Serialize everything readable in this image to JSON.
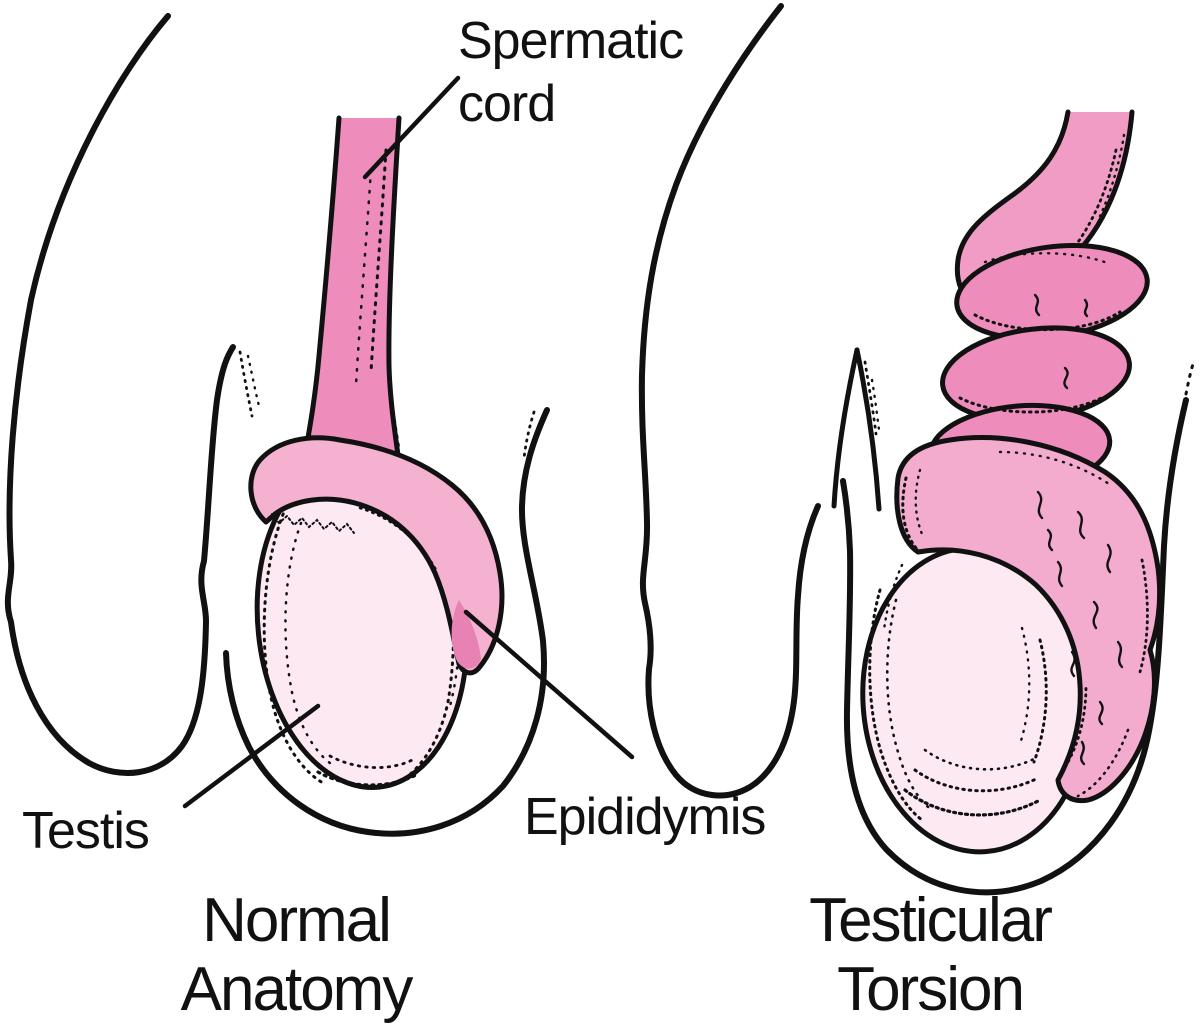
{
  "illustration": {
    "background": "#ffffff",
    "panels": [
      {
        "id": "left",
        "title": "Normal\nAnatomy"
      },
      {
        "id": "right",
        "title": "Testicular\nTorsion"
      }
    ],
    "labels": {
      "spermatic_cord": "Spermatic\ncord",
      "testis": "Testis",
      "epididymis": "Epididymis"
    },
    "colors": {
      "ink": "#111111",
      "cord_pink": "#ee8cbc",
      "cord_light": "#f19cc5",
      "epididymis_pink": "#f5b1d0",
      "epididymis_swollen_pink": "#f3abce",
      "testis_pink": "#fce9f2",
      "dark_tip": "#e881b4"
    }
  }
}
